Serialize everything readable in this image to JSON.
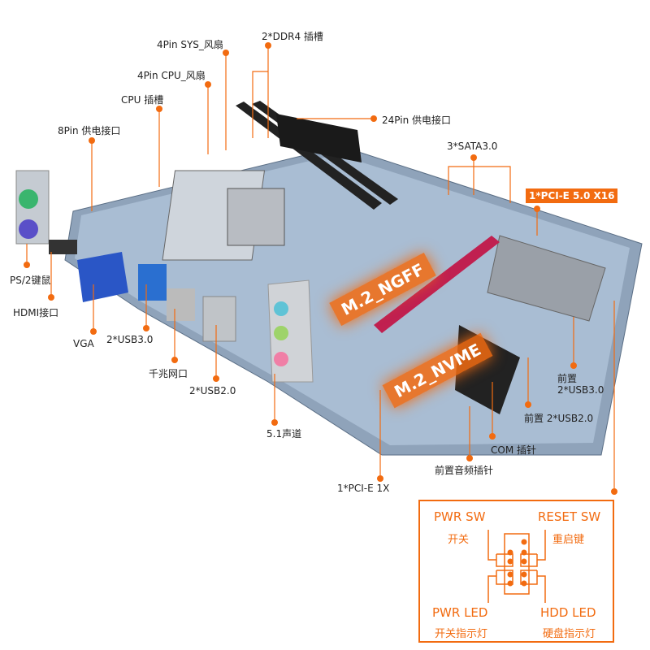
{
  "labels": {
    "sys_fan": "4Pin SYS_风扇",
    "cpu_fan": "4Pin CPU_风扇",
    "cpu_socket": "CPU 插槽",
    "pin8_power": "8Pin 供电接口",
    "ddr4": "2*DDR4 插槽",
    "pin24_power": "24Pin 供电接口",
    "sata": "3*SATA3.0",
    "pcie_x16": "1*PCI-E 5.0 X16",
    "ps2": "PS/2键鼠",
    "hdmi": "HDMI接口",
    "vga": "VGA",
    "usb3_rear": "2*USB3.0",
    "lan": "千兆网口",
    "usb2_rear": "2*USB2.0",
    "audio": "5.1声道",
    "pcie_x1": "1*PCI-E 1X",
    "front_audio": "前置音频插针",
    "com": "COM 插针",
    "front_usb2": "前置 2*USB2.0",
    "front_usb3_line1": "前置",
    "front_usb3_line2": "2*USB3.0",
    "m2_ngff": "M.2_NGFF",
    "m2_nvme": "M.2_NVME"
  },
  "front_panel": {
    "pwr_sw": "PWR SW",
    "pwr_sw_cn": "开关",
    "reset_sw": "RESET SW",
    "reset_sw_cn": "重启键",
    "pwr_led": "PWR LED",
    "pwr_led_cn": "开关指示灯",
    "hdd_led": "HDD  LED",
    "hdd_led_cn": "硬盘指示灯"
  },
  "colors": {
    "accent": "#f26b10",
    "board": "#8fa8c4"
  }
}
